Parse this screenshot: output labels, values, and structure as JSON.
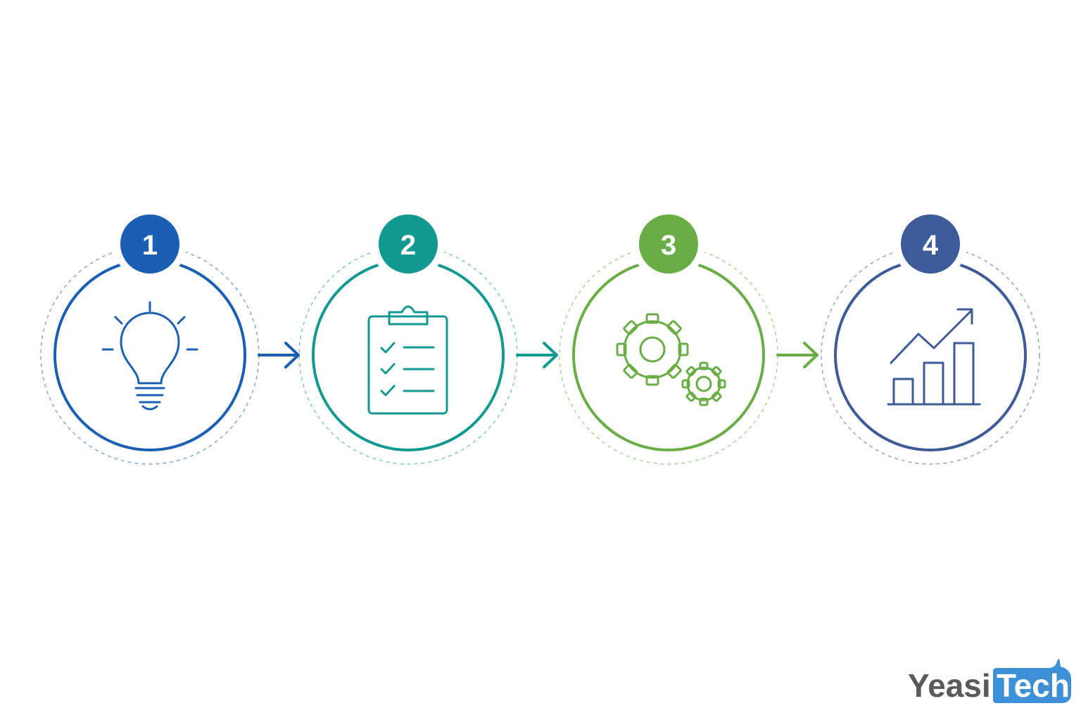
{
  "colors": {
    "background": "#ffffff",
    "step_1": "#1a5fb4",
    "step_2": "#129a92",
    "step_3": "#6aad45",
    "step_4": "#3d5a99",
    "logo_text": "#5a5a5a",
    "logo_badge": "#3d8fd6"
  },
  "steps": [
    {
      "number": "1",
      "icon": "lightbulb-icon"
    },
    {
      "number": "2",
      "icon": "clipboard-checklist-icon"
    },
    {
      "number": "3",
      "icon": "gears-icon"
    },
    {
      "number": "4",
      "icon": "growth-bar-chart-icon"
    }
  ],
  "connectors": [
    {
      "icon": "arrow-right-icon"
    },
    {
      "icon": "arrow-right-icon"
    },
    {
      "icon": "arrow-right-icon"
    }
  ],
  "logo": {
    "text_part": "Yeasi",
    "badge_part": "Tech"
  }
}
